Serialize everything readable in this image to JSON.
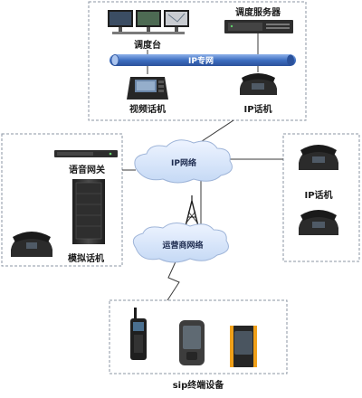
{
  "labels": {
    "dispatch_server": "调度服务器",
    "dispatch_console": "调度台",
    "ip_private_net": "IP专网",
    "video_phone": "视频话机",
    "ip_phone_top": "IP话机",
    "voice_gateway": "语音网关",
    "analog_phone": "模拟话机",
    "ip_network": "IP网络",
    "carrier_network": "运营商网络",
    "ip_phone_right": "IP话机",
    "sip_terminals": "sip终端设备"
  },
  "colors": {
    "box_border": "#8b96a3",
    "bus": "#3e6fc1",
    "cloud_fill": "#d7e6fb",
    "cloud_stroke": "#9eb4d8",
    "device_dark": "#2b2b2b",
    "accent_orange": "#f0a019"
  }
}
